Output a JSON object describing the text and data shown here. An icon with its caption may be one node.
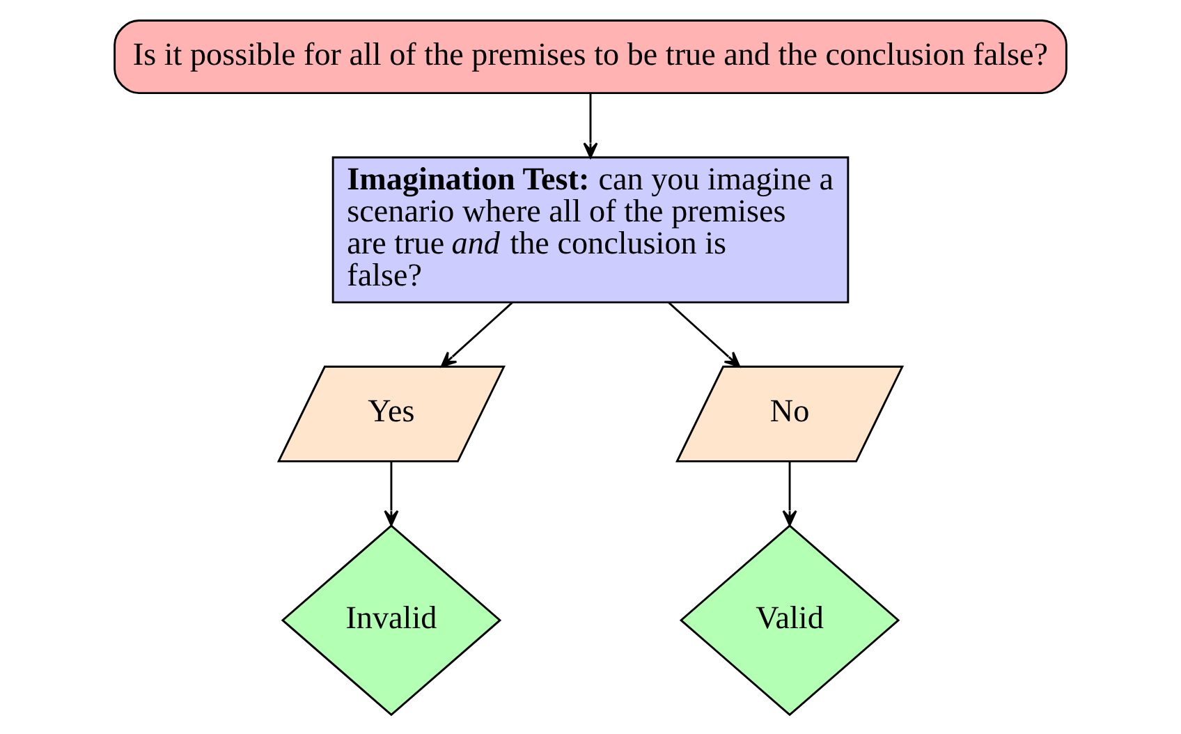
{
  "diagram": {
    "nodes": [
      {
        "text": [
          "Is it possible for all of the premises to be true and the conclusion false?"
        ]
      },
      {
        "text": [
          "**Imagination Test:** can you imagine a scenario where all of the premises are true *and* the conclusion is false?"
        ]
      },
      {
        "text": [
          "Yes"
        ]
      },
      {
        "text": [
          "No"
        ]
      },
      {
        "text": [
          "Invalid"
        ]
      },
      {
        "text": [
          "Valid"
        ]
      }
    ],
    "edges": [
      {
        "from": 0,
        "to": 1,
        "arrow": "to"
      },
      {
        "from": 1,
        "to": 2,
        "arrow": "to"
      },
      {
        "from": 1,
        "to": 3,
        "arrow": "to"
      },
      {
        "from": 2,
        "to": 4,
        "arrow": "to"
      },
      {
        "from": 3,
        "to": 5,
        "arrow": "to"
      }
    ]
  }
}
